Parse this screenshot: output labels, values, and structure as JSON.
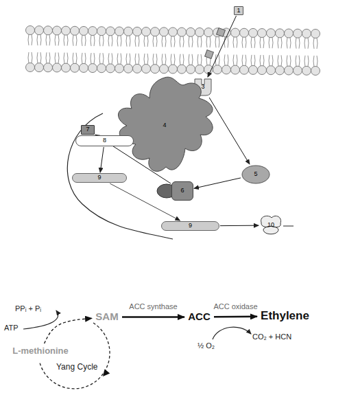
{
  "diagram": {
    "nodes": [
      {
        "text": [
          "1"
        ]
      },
      {
        "text": [
          "3"
        ]
      },
      {
        "text": [
          "4"
        ]
      },
      {
        "text": [
          "5"
        ]
      },
      {
        "text": [
          "6"
        ]
      },
      {
        "text": [
          "7"
        ]
      },
      {
        "text": [
          "8"
        ]
      },
      {
        "text": [
          "9"
        ]
      },
      {
        "text": [
          "9"
        ]
      },
      {
        "text": [
          "10"
        ]
      },
      {
        "text": [
          "SAM"
        ]
      },
      {
        "text": [
          "ACC"
        ]
      },
      {
        "text": [
          "Ethylene"
        ]
      },
      {
        "text": [
          "L-methionine"
        ]
      }
    ],
    "edges": [
      {
        "from": 0,
        "to": 1,
        "arrow": "to"
      },
      {
        "from": 1,
        "to": 3,
        "arrow": "to"
      },
      {
        "from": 3,
        "to": 4,
        "arrow": "to"
      },
      {
        "from": 4,
        "to": 5,
        "arrow": "to"
      },
      {
        "from": 6,
        "to": 7,
        "arrow": "to"
      },
      {
        "from": 7,
        "to": 8,
        "arrow": "to"
      },
      {
        "from": 8,
        "to": 9,
        "arrow": "to"
      },
      {
        "from": 10,
        "to": 11,
        "label": "ACC synthase",
        "arrow": "to"
      },
      {
        "from": 11,
        "to": 12,
        "label": "ACC oxidase",
        "arrow": "to"
      },
      {
        "from": 13,
        "to": 10,
        "arrow": "to"
      }
    ],
    "labels": [
      "PPᵢ + Pᵢ",
      "ATP",
      "½ O₂",
      "CO₂ + HCN",
      "Yang Cycle"
    ]
  }
}
